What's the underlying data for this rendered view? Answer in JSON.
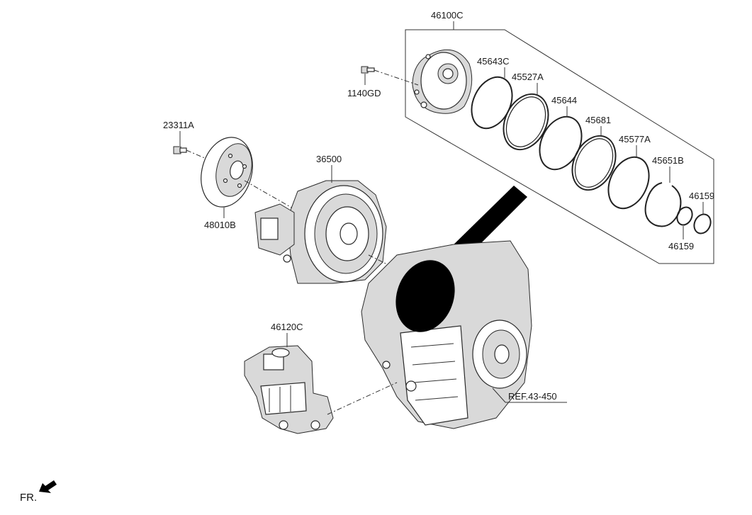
{
  "labels": {
    "p46100C": "46100C",
    "p1140GD": "1140GD",
    "p45643C": "45643C",
    "p45527A": "45527A",
    "p45644": "45644",
    "p45681": "45681",
    "p45577A": "45577A",
    "p45651B": "45651B",
    "p46159a": "46159",
    "p46159b": "46159",
    "p23311A": "23311A",
    "p48010B": "48010B",
    "p36500": "36500",
    "p46120C": "46120C",
    "ref": "REF.43-450"
  },
  "direction": {
    "label": "FR.",
    "icon": "arrow-left-down-icon"
  },
  "colors": {
    "line": "#333333",
    "text": "#1a1a1a",
    "highlight": "#000000"
  }
}
